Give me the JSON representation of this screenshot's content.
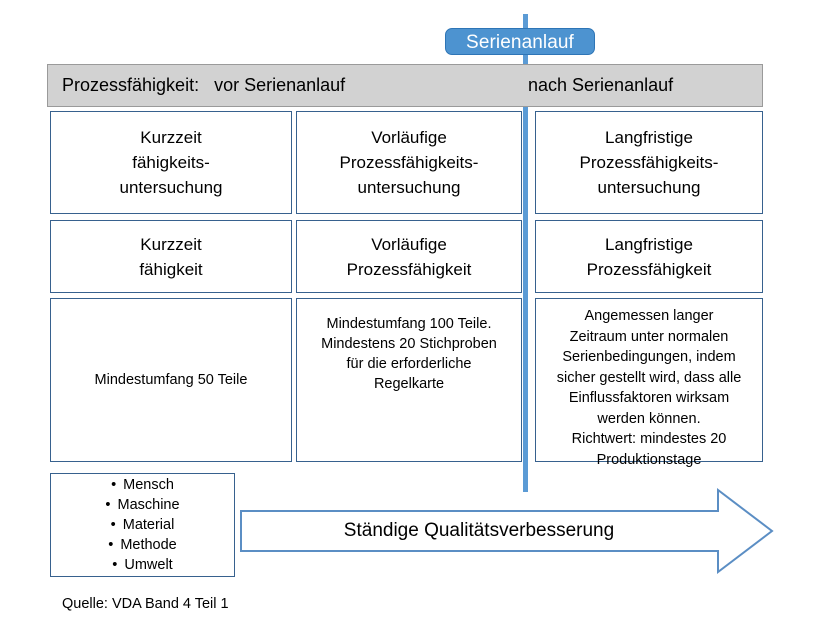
{
  "milestone": {
    "label": "Serienanlauf"
  },
  "header": {
    "left_label": "Prozessfähigkeit:   vor Serienanlauf",
    "right_label": "nach Serienanlauf"
  },
  "columns": [
    {
      "phase": "vor Serienanlauf",
      "study": "Kurzzeit\nfähigkeits-\nuntersuchung",
      "capability": "Kurzzeit\nfähigkeit",
      "detail": "Mindestumfang 50 Teile"
    },
    {
      "phase": "vor Serienanlauf",
      "study": "Vorläufige\nProzessfähigkeits-\nuntersuchung",
      "capability": "Vorläufige\nProzessfähigkeit",
      "detail": "Mindestumfang 100 Teile.\nMindestens 20 Stichproben\nfür die erforderliche\nRegelkarte"
    },
    {
      "phase": "nach Serienanlauf",
      "study": "Langfristige\nProzessfähigkeits-\nuntersuchung",
      "capability": "Langfristige\nProzessfähigkeit",
      "detail": "Angemessen langer\nZeitraum unter normalen\nSerienbedingungen, indem\nsicher gestellt wird, dass alle\nEinflussfaktoren wirksam\nwerden können.\nRichtwert: mindestes 20\nProduktionstage"
    }
  ],
  "influence_factors": {
    "items": [
      "Mensch",
      "Maschine",
      "Material",
      "Methode",
      "Umwelt"
    ]
  },
  "arrow": {
    "label": "Ständige Qualitätsverbesserung"
  },
  "source": {
    "label": "Quelle: VDA Band 4 Teil 1"
  },
  "colors": {
    "milestone_fill": "#4D93D0",
    "divider": "#5B9BD5",
    "box_border": "#37618E",
    "header_fill": "#D2D2D2",
    "arrow_outline": "#5B8EC4"
  }
}
